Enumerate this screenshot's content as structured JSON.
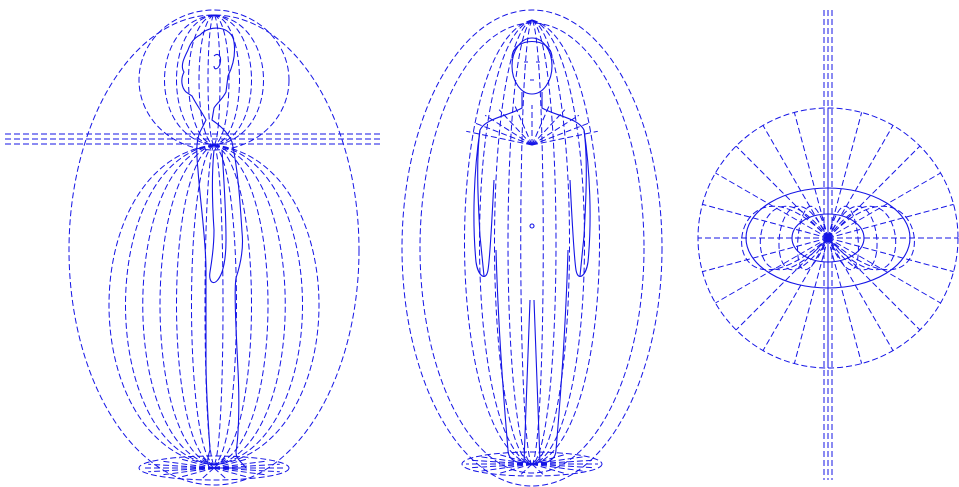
{
  "colors": {
    "line": "#1414e6",
    "background": "#ffffff"
  },
  "figures": [
    {
      "name": "side-view-figure",
      "view": "side",
      "pose": "standing-profile"
    },
    {
      "name": "front-view-figure",
      "view": "front",
      "pose": "standing-front"
    },
    {
      "name": "top-view-field",
      "view": "top",
      "pose": "circular-field"
    }
  ],
  "line_style": "dashed"
}
